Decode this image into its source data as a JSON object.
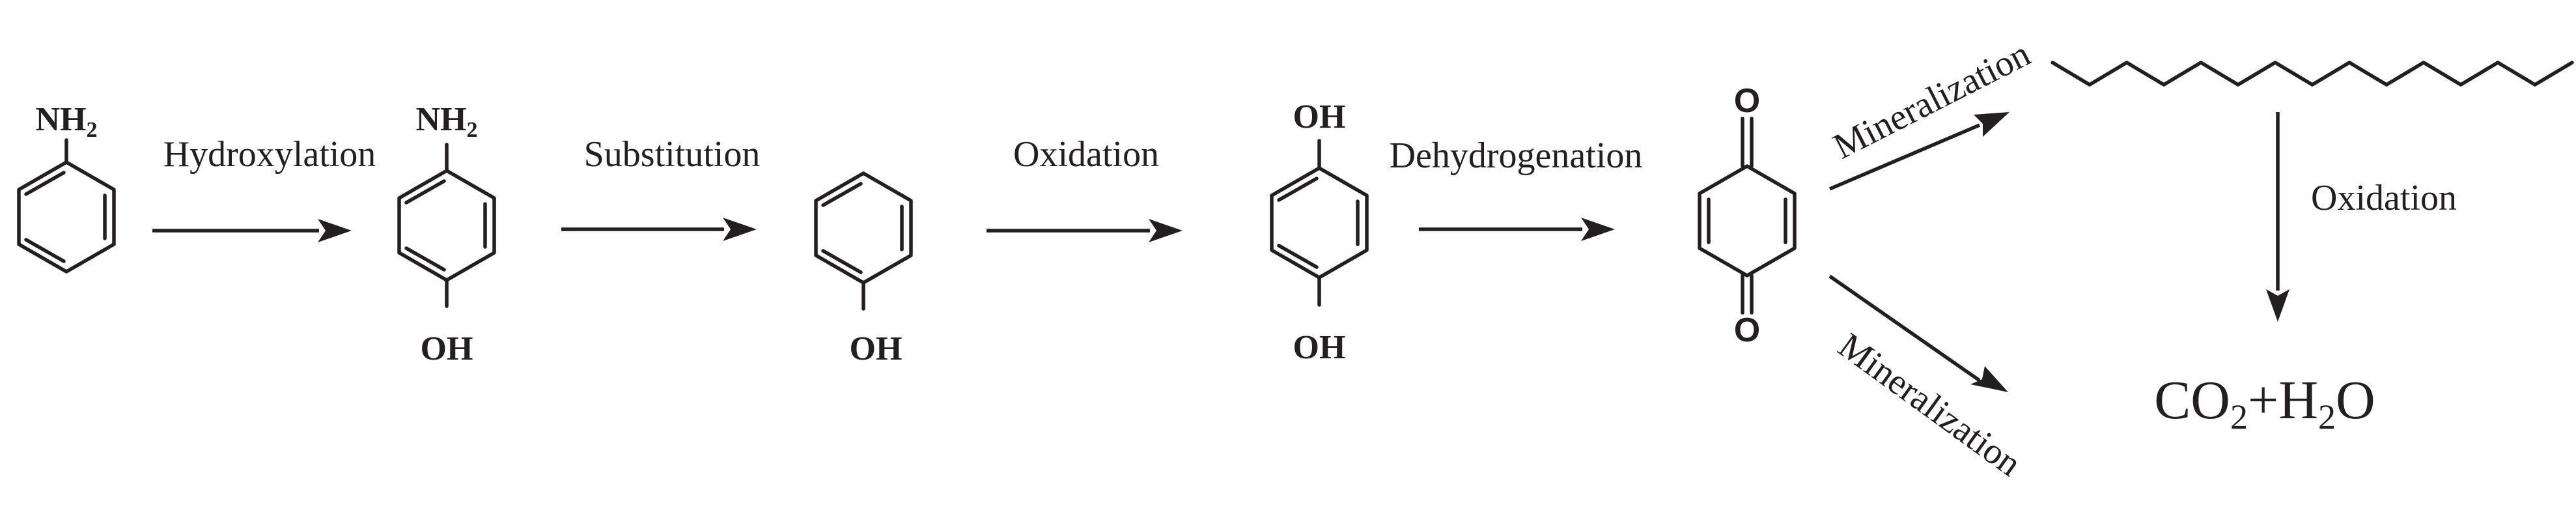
{
  "title": "",
  "molecules": [
    {
      "id": "aniline",
      "groups": [
        {
          "base": "NH",
          "sub": "2"
        }
      ]
    },
    {
      "id": "p-aminophenol",
      "groups": [
        {
          "base": "NH",
          "sub": "2"
        },
        {
          "base": "OH",
          "sub": ""
        }
      ]
    },
    {
      "id": "phenol",
      "groups": [
        {
          "base": "OH",
          "sub": ""
        }
      ]
    },
    {
      "id": "hydroquinone",
      "groups": [
        {
          "base": "OH",
          "sub": ""
        },
        {
          "base": "OH",
          "sub": ""
        }
      ]
    },
    {
      "id": "benzoquinone",
      "atoms": [
        "O",
        "O"
      ]
    },
    {
      "id": "alkane-chain"
    }
  ],
  "steps": [
    {
      "id": "hydroxylation",
      "label": "Hydroxylation"
    },
    {
      "id": "substitution",
      "label": "Substitution"
    },
    {
      "id": "oxidation-1",
      "label": "Oxidation"
    },
    {
      "id": "dehydrogenation",
      "label": "Dehydrogenation"
    },
    {
      "id": "mineralization-up",
      "label": "Mineralization"
    },
    {
      "id": "mineralization-down",
      "label": "Mineralization"
    },
    {
      "id": "oxidation-2",
      "label": "Oxidation"
    }
  ],
  "final_product": {
    "parts": [
      {
        "base": "CO",
        "sub": "2"
      },
      {
        "base": "+H",
        "sub": "2"
      },
      {
        "base": "O",
        "sub": ""
      }
    ]
  }
}
